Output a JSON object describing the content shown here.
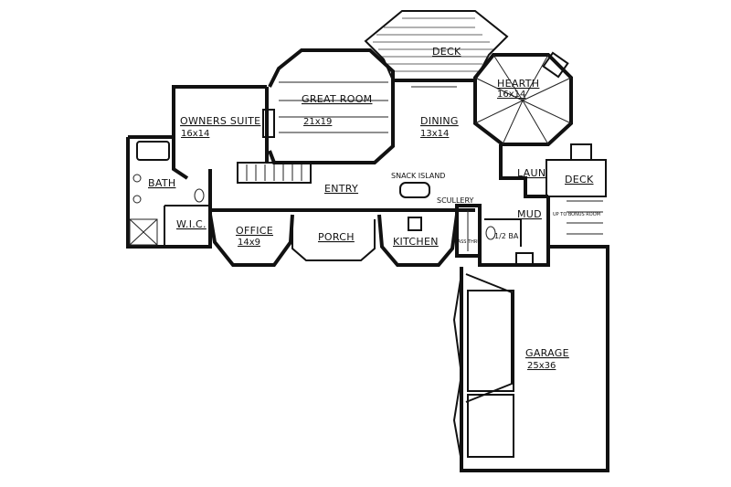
{
  "rooms": {
    "deck_top": "DECK",
    "hearth": "HEARTH",
    "hearth_dim": "16x14",
    "great_room": "GREAT ROOM",
    "great_room_dim": "21x19",
    "dining": "DINING",
    "dining_dim": "13x14",
    "owners_suite": "OWNERS SUITE",
    "owners_suite_dim": "16x14",
    "bath": "BATH",
    "wic": "W.I.C.",
    "entry": "ENTRY",
    "snack_island": "SNACK ISLAND",
    "scullery": "SCULLERY",
    "laun": "LAUN",
    "deck_right": "DECK",
    "mud": "MUD",
    "half_bath": "1/2 BA",
    "office": "OFFICE",
    "office_dim": "14x9",
    "porch": "PORCH",
    "kitchen": "KITCHEN",
    "pass_thru": "PASS THRU",
    "up_to_bonus": "UP TO BONUS ROOM",
    "garage": "GARAGE",
    "garage_dim": "25x36"
  }
}
